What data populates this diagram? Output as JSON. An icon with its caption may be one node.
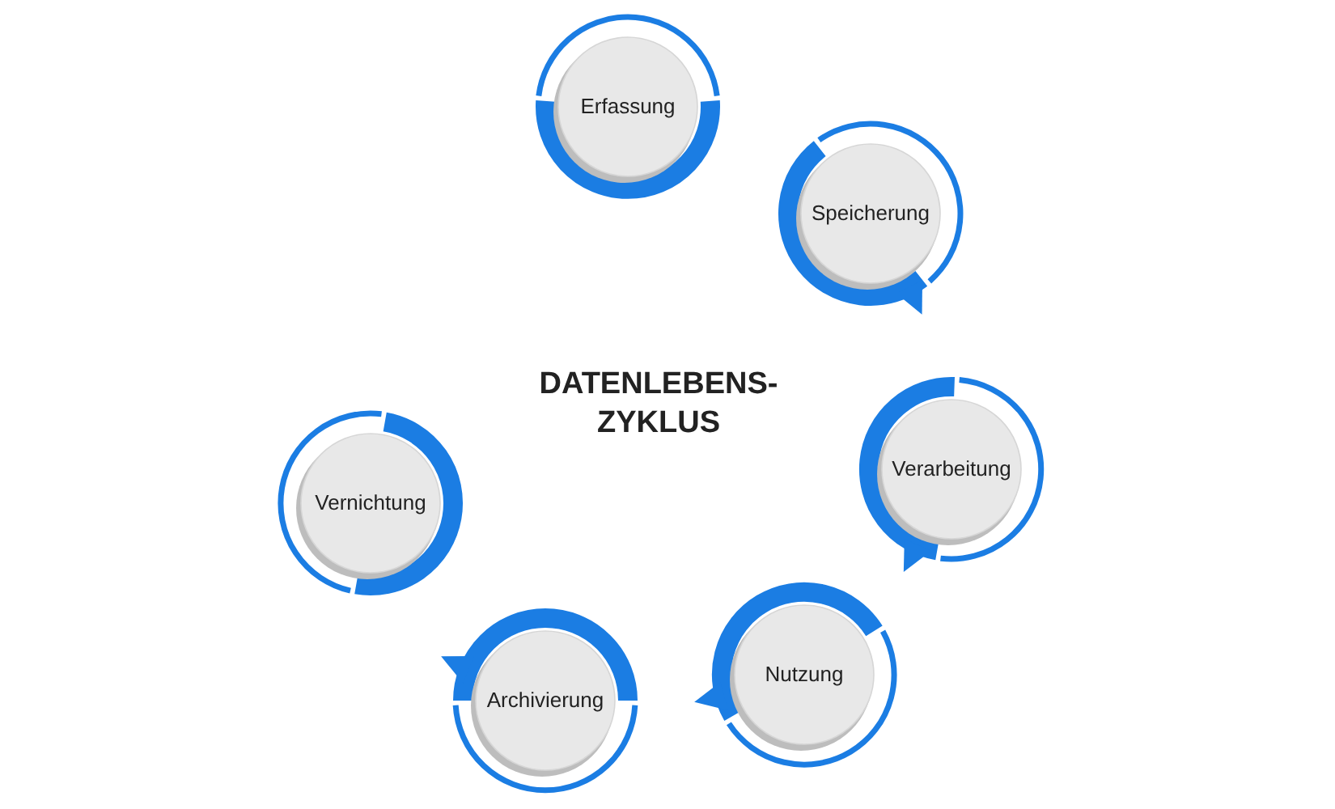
{
  "diagram": {
    "title": "DATENLEBENS- ZYKLUS",
    "nodes": [
      {
        "text": [
          "Erfassung"
        ]
      },
      {
        "text": [
          "Speicherung"
        ]
      },
      {
        "text": [
          "Verarbeitung"
        ]
      },
      {
        "text": [
          "Nutzung"
        ]
      },
      {
        "text": [
          "Archivierung"
        ]
      },
      {
        "text": [
          "Vernichtung"
        ]
      }
    ]
  }
}
